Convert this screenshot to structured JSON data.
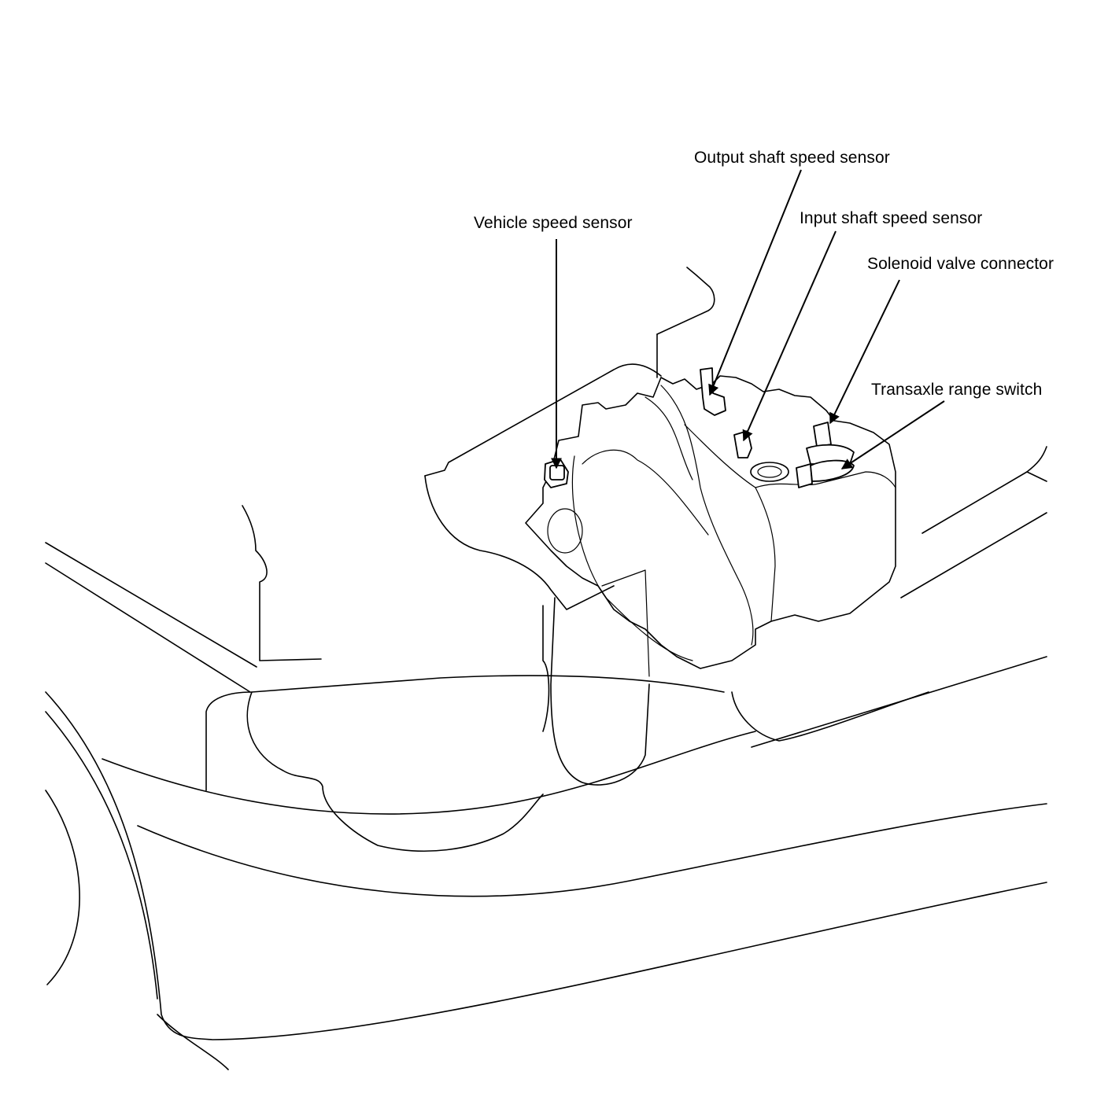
{
  "callouts": {
    "output_shaft_speed_sensor": "Output shaft speed sensor",
    "input_shaft_speed_sensor": "Input shaft speed sensor",
    "vehicle_speed_sensor": "Vehicle speed sensor",
    "solenoid_valve_connector": "Solenoid valve connector",
    "transaxle_range_switch": "Transaxle range switch"
  }
}
